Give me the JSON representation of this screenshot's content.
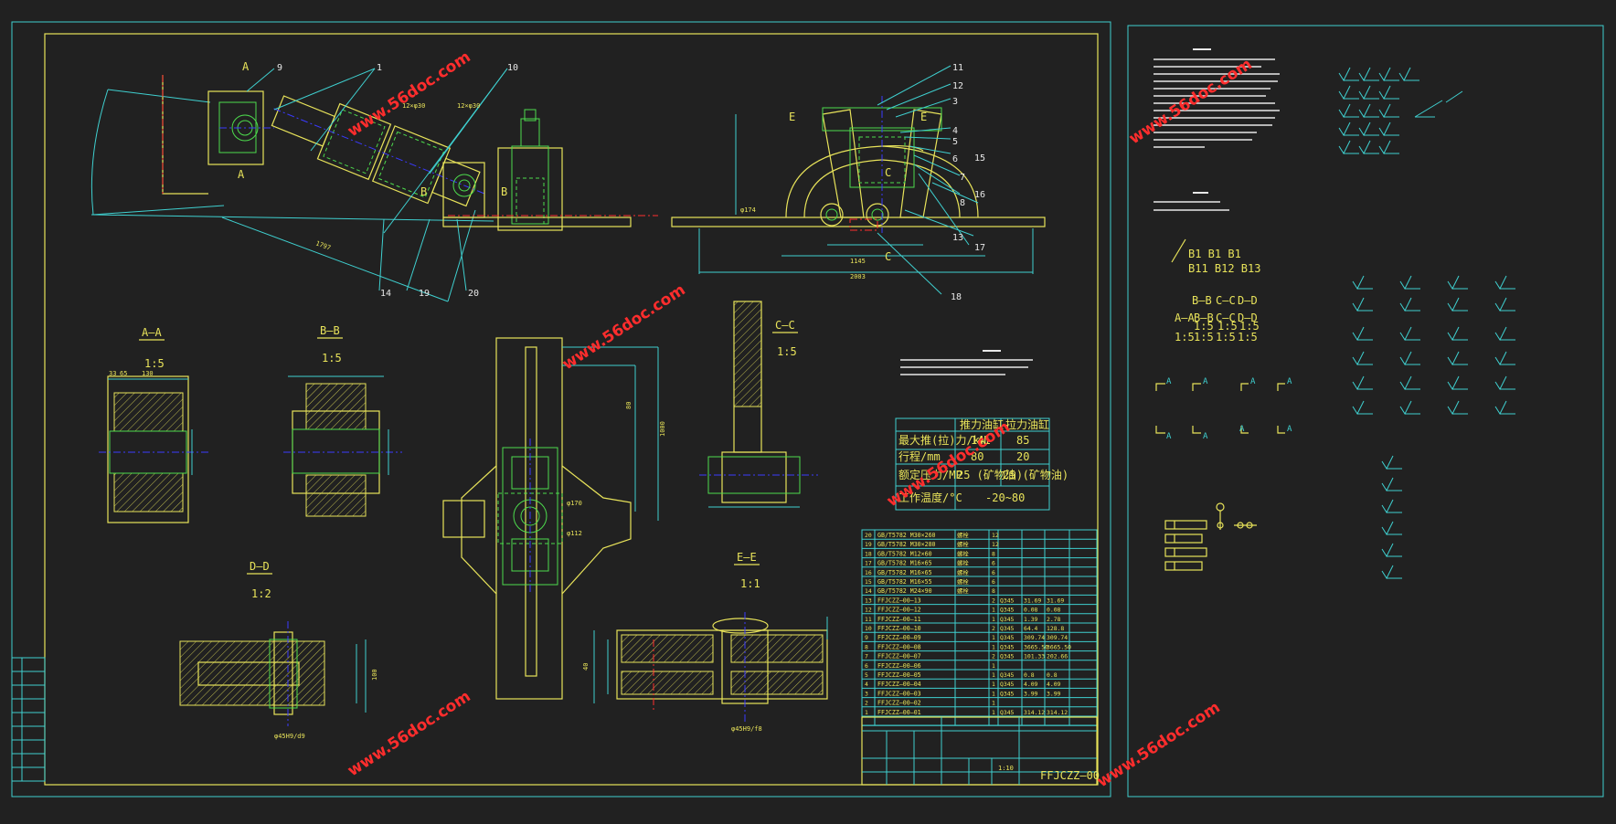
{
  "watermark": "www.56doc.com",
  "section_views": {
    "aa": {
      "title": "A—A",
      "scale": "1:5"
    },
    "bb": {
      "title": "B—B",
      "scale": "1:5"
    },
    "cc": {
      "title": "C—C",
      "scale": "1:5"
    },
    "dd": {
      "title": "D—D",
      "scale": "1:2"
    },
    "ee": {
      "title": "E—E",
      "scale": "1:1"
    }
  },
  "view_labels": {
    "a": "A",
    "b": "B",
    "c": "C",
    "e": "E"
  },
  "part_callouts": [
    "1",
    "3",
    "4",
    "5",
    "6",
    "7",
    "8",
    "9",
    "10",
    "11",
    "12",
    "13",
    "14",
    "15",
    "16",
    "17",
    "18",
    "19",
    "20"
  ],
  "dimensions": {
    "d1": "12×φ30",
    "d2": "12×φ30",
    "d3": "1797",
    "d4": "2003",
    "d5": "1145",
    "d6": "φ174",
    "d7": "φ112",
    "d8": "φ170",
    "d9": "80",
    "d10": "1000",
    "d11": "130",
    "d12": "65",
    "d13": "33",
    "d14": "φ45H9/d9",
    "d15": "φ45H9/f8",
    "d16": "100",
    "d17": "40"
  },
  "spec_table": {
    "head": [
      "",
      "推力油缸",
      "拉力油缸"
    ],
    "rows": [
      [
        "最大推(拉)力/kN",
        "141",
        "85"
      ],
      [
        "行程/mm",
        "80",
        "20"
      ],
      [
        "额定压力/MP",
        "25 (矿物油)",
        "25 (矿物油)"
      ],
      [
        "工作温度/°C",
        "-20~80",
        ""
      ]
    ]
  },
  "bom": [
    [
      "20",
      "GB/T5782 M30×260",
      "螺栓",
      "12",
      "",
      "",
      ""
    ],
    [
      "19",
      "GB/T5782 M30×280",
      "螺栓",
      "12",
      "",
      "",
      ""
    ],
    [
      "18",
      "GB/T5782 M12×60",
      "螺栓",
      "8",
      "",
      "",
      ""
    ],
    [
      "17",
      "GB/T5782 M16×65",
      "螺栓",
      "6",
      "",
      "",
      ""
    ],
    [
      "16",
      "GB/T5782 M16×65",
      "螺栓",
      "6",
      "",
      "",
      ""
    ],
    [
      "15",
      "GB/T5782 M16×55",
      "螺栓",
      "6",
      "",
      "",
      ""
    ],
    [
      "14",
      "GB/T5782 M24×90",
      "螺栓",
      "8",
      "",
      "",
      ""
    ],
    [
      "13",
      "FFJCZZ—00—13",
      "",
      "2",
      "Q345",
      "31.69",
      "31.69"
    ],
    [
      "12",
      "FFJCZZ—00—12",
      "",
      "1",
      "Q345",
      "0.08",
      "0.08"
    ],
    [
      "11",
      "FFJCZZ—00—11",
      "",
      "1",
      "Q345",
      "1.39",
      "2.78"
    ],
    [
      "10",
      "FFJCZZ—00—10",
      "",
      "2",
      "Q345",
      "64.4",
      "128.8"
    ],
    [
      "9",
      "FFJCZZ—00—09",
      "",
      "1",
      "Q345",
      "309.74",
      "309.74"
    ],
    [
      "8",
      "FFJCZZ—00—08",
      "",
      "1",
      "Q345",
      "3665.50",
      "3665.50"
    ],
    [
      "7",
      "FFJCZZ—00—07",
      "",
      "2",
      "Q345",
      "101.33",
      "202.66"
    ],
    [
      "6",
      "FFJCZZ—00—06",
      "",
      "1",
      "",
      "",
      ""
    ],
    [
      "5",
      "FFJCZZ—00—05",
      "",
      "1",
      "Q345",
      "0.8",
      "0.8"
    ],
    [
      "4",
      "FFJCZZ—00—04",
      "",
      "1",
      "Q345",
      "4.09",
      "4.09"
    ],
    [
      "3",
      "FFJCZZ—00—03",
      "",
      "1",
      "Q345",
      "3.99",
      "3.99"
    ],
    [
      "2",
      "FFJCZZ—00—02",
      "",
      "1",
      "",
      "",
      ""
    ],
    [
      "1",
      "FFJCZZ—00—01",
      "",
      "1",
      "Q345",
      "314.12",
      "314.12"
    ]
  ],
  "title_block": {
    "scale": "1:10",
    "drawing_no": "FFJCZZ—00"
  },
  "right_panel": {
    "line1": "B1 B1 B1",
    "line2": "B11 B12 B13",
    "view_marks": [
      "B—B",
      "C—C",
      "D—D"
    ],
    "view_scales": [
      "1:5",
      "1:5",
      "1:5"
    ],
    "view_marks2": [
      "A—A",
      "B—B",
      "C—C",
      "D—D"
    ],
    "view_scales2": [
      "1:5",
      "1:5",
      "1:5",
      "1:5"
    ],
    "sym_labels": [
      "A",
      "A",
      "A",
      "A",
      "A",
      "A",
      "A",
      "A"
    ]
  },
  "colors": {
    "background": "#212121",
    "frame_outer": "#3fd0d0",
    "frame_inner": "#e8e35a",
    "geometry_green": "#4ddc4d",
    "centerline_blue": "#3a3aff",
    "centerline_red": "#ff3030",
    "watermark": "#ff2d2d"
  }
}
